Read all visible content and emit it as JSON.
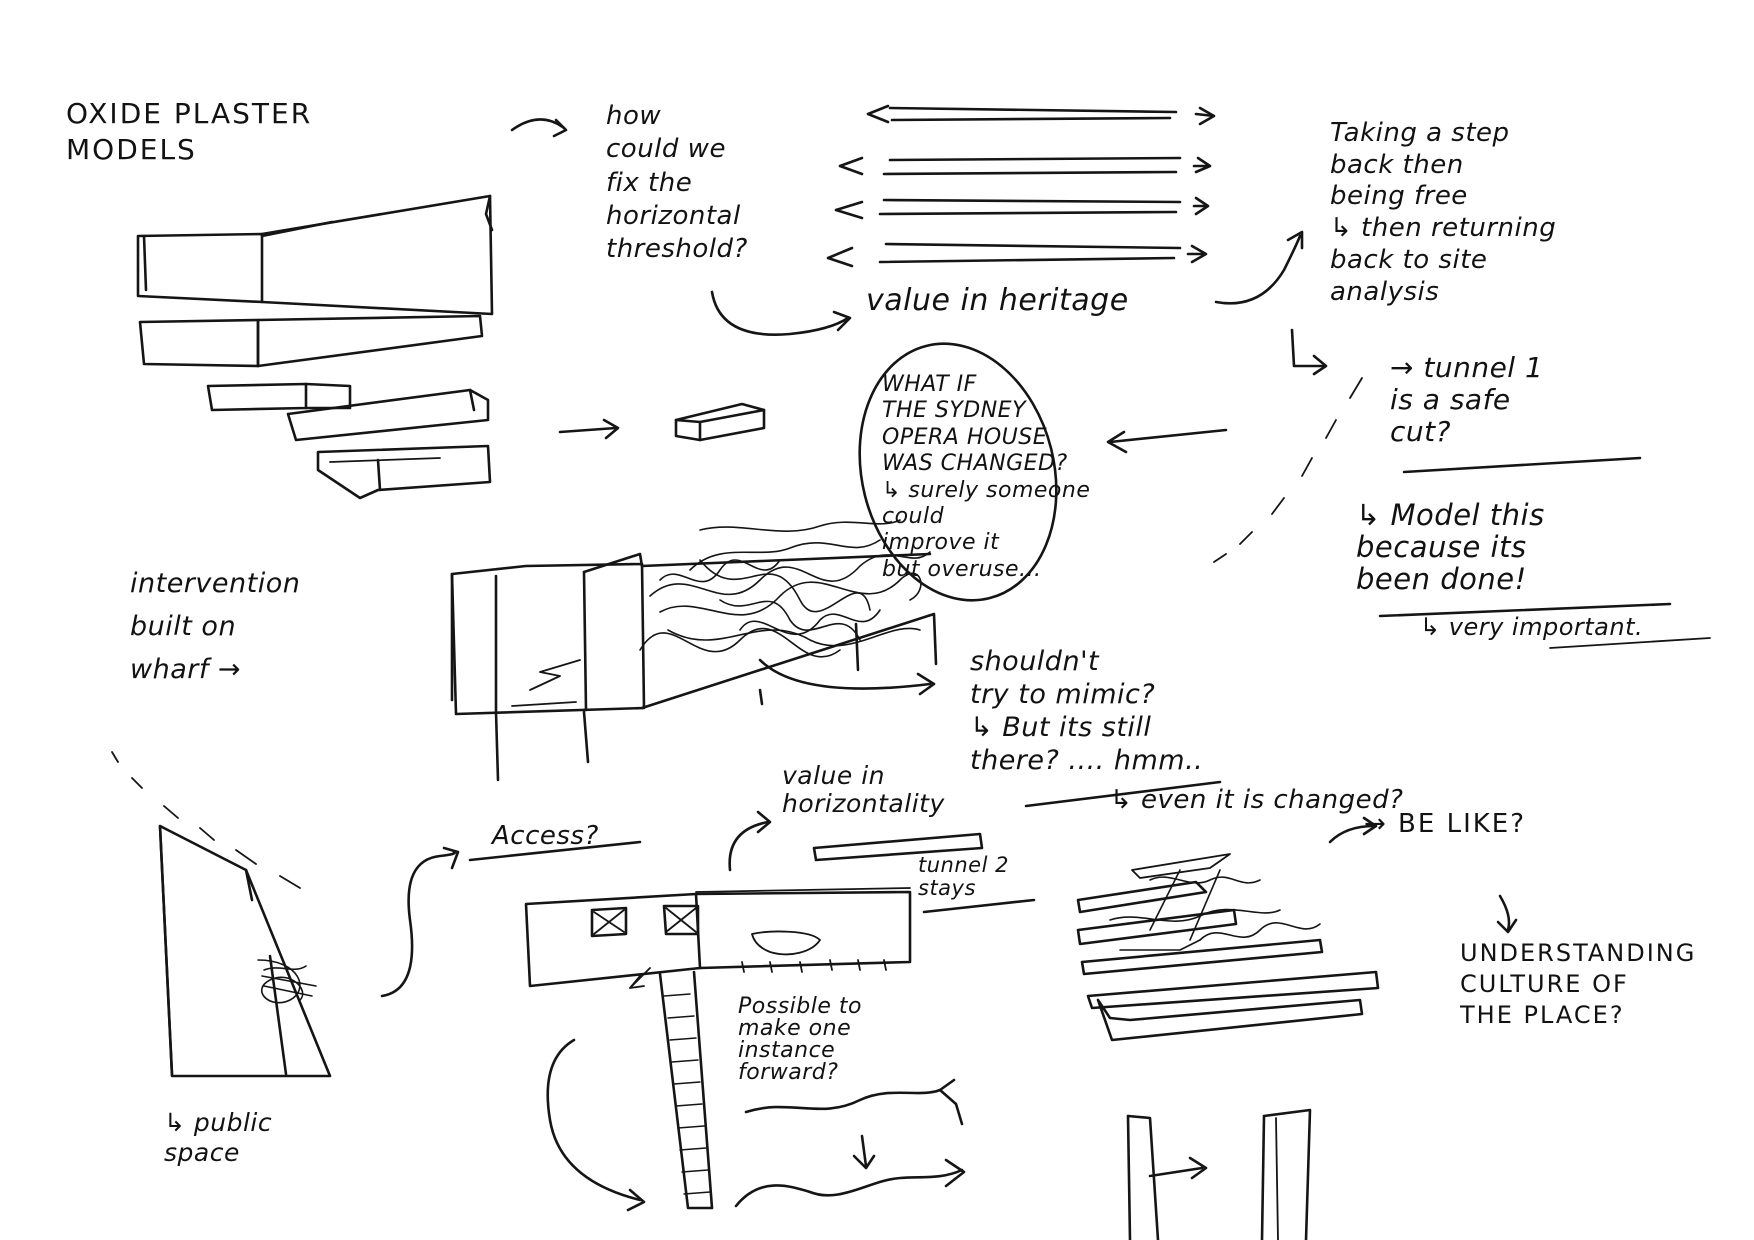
{
  "document": {
    "kind": "hand-drawn sketch page",
    "ink_color": "#151515",
    "paper_color": "#ffffff"
  },
  "notes": {
    "oxide": "OXIDE PLASTER\nMODELS",
    "horizontal": "how\ncould we\nfix the\nhorizontal\nthreshold?",
    "heritage": "value in heritage",
    "step_back": "Taking a step\nback then\nbeing free\n↳ then returning\nback to site\nanalysis",
    "tunnel1": "→ tunnel 1\nis a safe\ncut?",
    "model_this": "↳ Model this\nbecause its\nbeen done!",
    "very_important": "↳ very important.",
    "sydney": "WHAT IF\nTHE SYDNEY\nOPERA HOUSE\nWAS CHANGED?\n↳ surely someone\ncould\nimprove it\nbut overuse...",
    "intervention": "intervention\nbuilt on\nwharf →",
    "mimic": "shouldn't\ntry to mimic?\n↳ But its still\nthere?  .... hmm..",
    "change": "↳ even it is changed?",
    "be_like": "→ BE LIKE?",
    "understanding": "UNDERSTANDING\nCULTURE OF\nTHE PLACE?",
    "access": "Access?",
    "value_horizontality": "value in\nhorizontality",
    "tunnel2": "tunnel 2\nstays",
    "possible": "Possible to\nmake one\ninstance\nforward?",
    "public_space": "↳ public\nspace"
  },
  "sketch_subjects": [
    "wedge-icon",
    "stacked-slabs-icon",
    "horizontal-arrows-icon",
    "small-block-icon",
    "wharf-structure-icon",
    "stacked-planks-icon",
    "tall-block-icon",
    "section-with-ladder-icon",
    "wave-icon",
    "columns-icon"
  ]
}
